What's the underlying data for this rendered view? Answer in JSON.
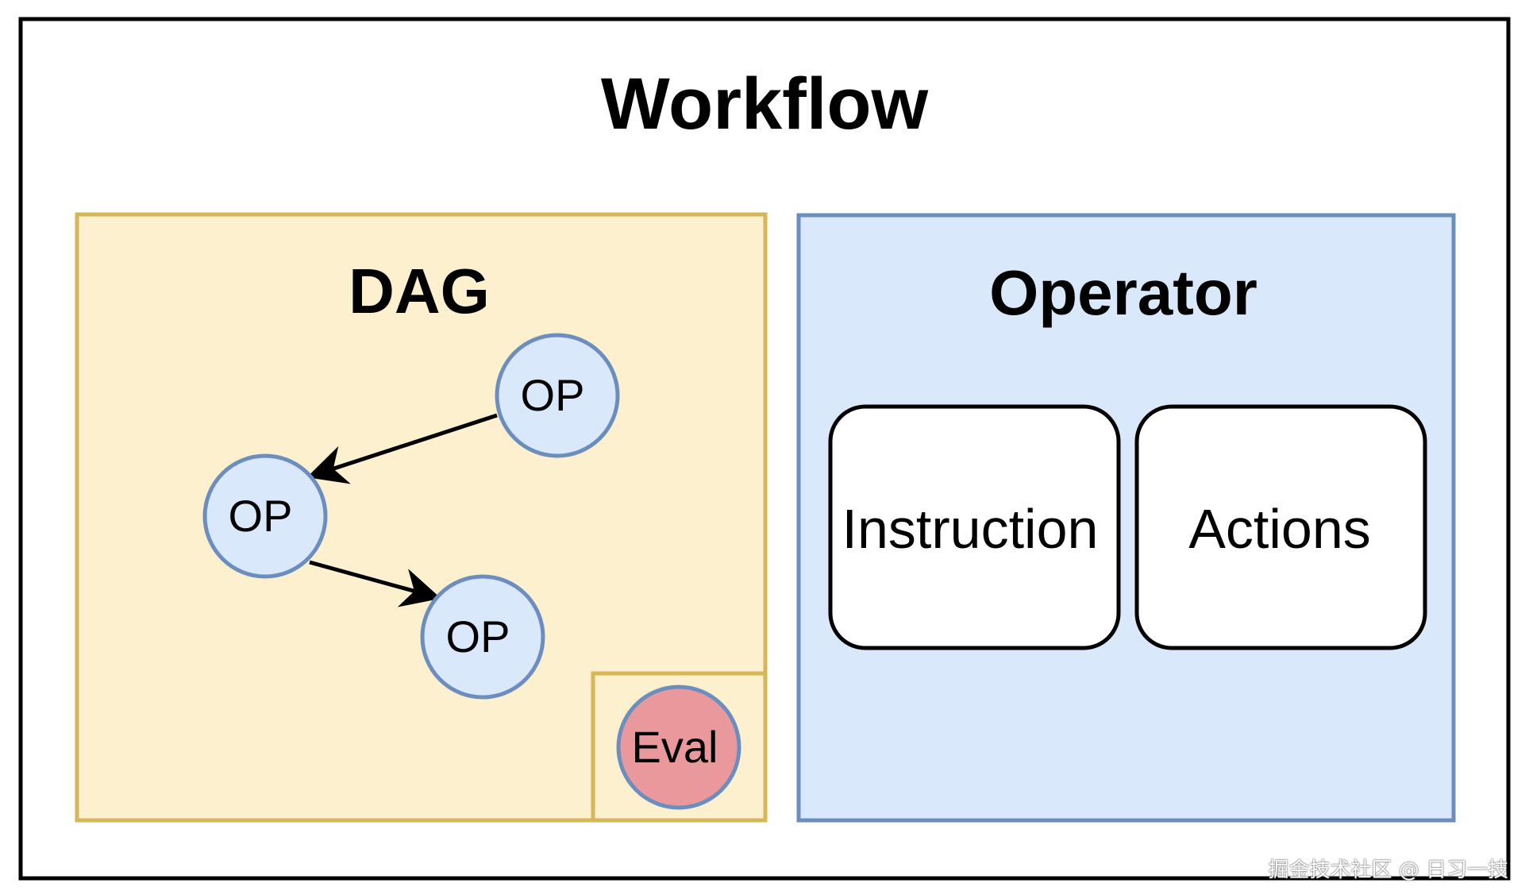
{
  "workflow": {
    "title": "Workflow"
  },
  "dag": {
    "title": "DAG",
    "nodes": [
      {
        "label": "OP"
      },
      {
        "label": "OP"
      },
      {
        "label": "OP"
      }
    ],
    "eval": {
      "label": "Eval"
    }
  },
  "operator": {
    "title": "Operator",
    "instruction": {
      "label": "Instruction"
    },
    "actions": {
      "label": "Actions"
    }
  },
  "watermark": "掘金技术社区 @ 日习一技",
  "colors": {
    "dag_fill": "#fdf0cf",
    "dag_stroke": "#d6b656",
    "operator_fill": "#dae8fc",
    "operator_stroke": "#6c8ebf",
    "op_node_fill": "#dae8fc",
    "op_node_stroke": "#6c8ebf",
    "eval_fill": "#e9999b",
    "eval_stroke": "#6c8ebf"
  }
}
